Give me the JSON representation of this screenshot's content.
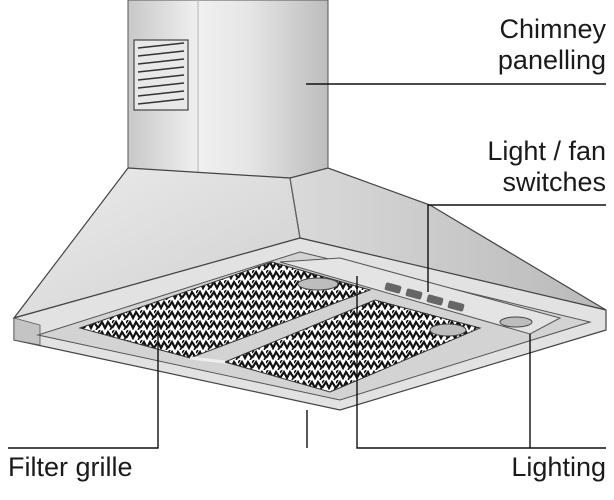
{
  "labels": {
    "chimney": [
      "Chimney",
      "panelling"
    ],
    "switches": [
      "Light / fan",
      "switches"
    ],
    "filter": "Filter grille",
    "lighting": "Lighting"
  }
}
